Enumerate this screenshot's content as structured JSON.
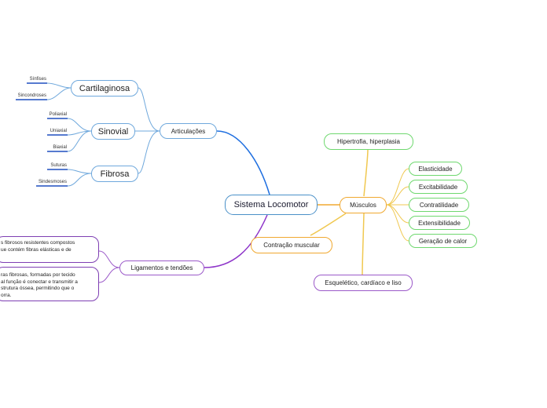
{
  "central": "Sistema Locomotor",
  "articulacoes": {
    "label": "Articulações",
    "cartilaginosa": {
      "label": "Cartilaginosa",
      "items": [
        "Sínfises",
        "Sincondroses"
      ]
    },
    "sinovial": {
      "label": "Sinovial",
      "items": [
        "Poliaxial",
        "Uniaxial",
        "Biaxial"
      ]
    },
    "fibrosa": {
      "label": "Fibrosa",
      "items": [
        "Suturas",
        "Sindesmoses"
      ]
    }
  },
  "ligamentos": {
    "label": "Ligamentos e tendões",
    "note1": [
      "s fibrosos resistentes compostos",
      "ue contém fibras elásticas e de"
    ],
    "note2": [
      "ras fibrosas, formadas por tecido",
      "al função é conectar e transmitir a",
      "strutura óssea, permitindo que o",
      "orra."
    ]
  },
  "musculos": {
    "label": "Músculos",
    "hipertrofia": "Hipertrofia, hiperplasia",
    "contracao": "Contração muscular",
    "tipos": "Esquelético, cardíaco e liso",
    "propriedades": [
      "Elasticidade",
      "Excitabilidade",
      "Contratilidade",
      "Extensibilidade",
      "Geração de calor"
    ]
  },
  "colors": {
    "blue": "#6fa8dc",
    "orange": "#f0a830",
    "green": "#6fd86f",
    "purple": "#9b59c9",
    "central": "#4a90c8",
    "leafLine": "#1f4fbf"
  }
}
